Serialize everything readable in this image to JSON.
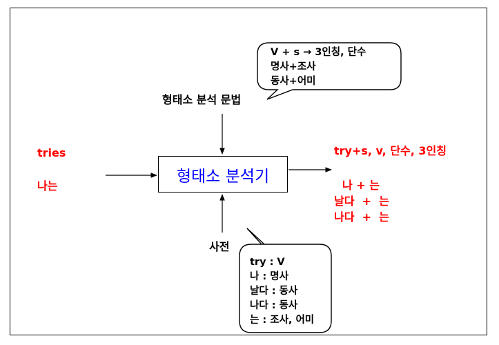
{
  "input": {
    "word_en": "tries",
    "word_ko": "나는"
  },
  "grammar": {
    "label": "형태소 분석 문법",
    "bubble_lines": [
      "V + s → 3인칭, 단수",
      "명사+조사",
      "동사+어미"
    ]
  },
  "analyzer": {
    "label": "형태소 분석기"
  },
  "dictionary": {
    "label": "사전",
    "bubble_lines": [
      "try : V",
      "나 : 명사",
      "날다 : 동사",
      "나다 : 동사",
      "는 : 조사, 어미"
    ]
  },
  "output": {
    "line_en": "try+s, v, 단수, 3인칭",
    "lines_ko": [
      "나 + 는",
      "날다  +  는",
      "나다  +  는"
    ]
  },
  "colors": {
    "input_output": "#ff0000",
    "analyzer_text": "#0000ff",
    "lines": "#000000"
  }
}
